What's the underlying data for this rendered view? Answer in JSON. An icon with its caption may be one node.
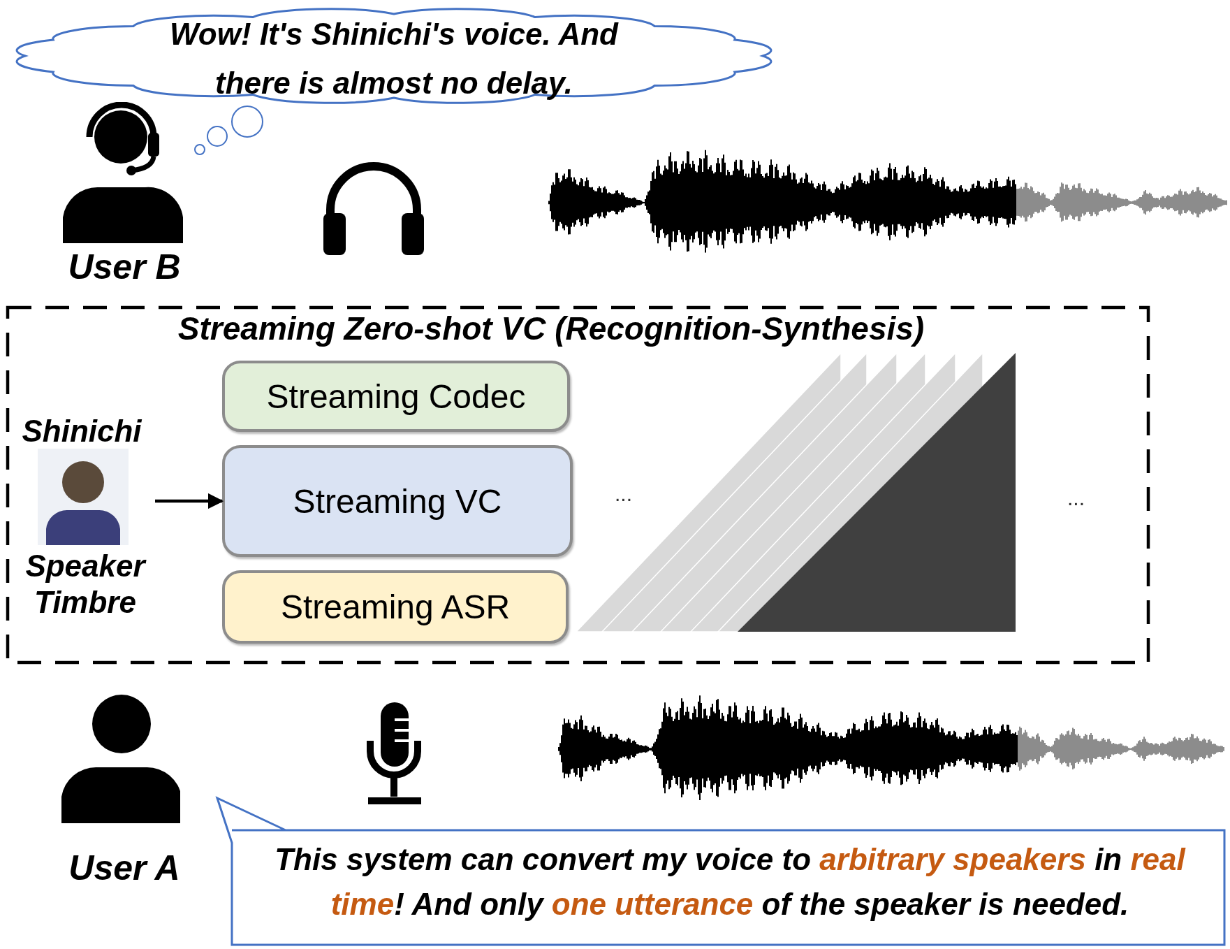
{
  "diagram": {
    "nodes": [
      {
        "text": [
          "Wow! It's Shinichi's voice. And there is almost no delay."
        ]
      },
      {
        "text": [
          "User B"
        ]
      },
      {
        "text": [
          "Streaming Zero-shot VC (Recognition-Synthesis)"
        ]
      },
      {
        "text": [
          "Shinichi",
          "Speaker Timbre"
        ],
        "in": 2
      },
      {
        "text": [
          "Streaming Codec"
        ],
        "in": 2
      },
      {
        "text": [
          "Streaming VC"
        ],
        "in": 2
      },
      {
        "text": [
          "Streaming ASR"
        ],
        "in": 2
      },
      {
        "text": [
          "User A"
        ]
      },
      {
        "text": [
          "This system can convert my voice to **arbitrary speakers** in **real time**! And only **one utterance** of the speaker is needed."
        ]
      }
    ],
    "edges": [
      {
        "from": 3,
        "to": 5,
        "arrow": "to"
      }
    ],
    "labels": [
      "...",
      "..."
    ]
  }
}
